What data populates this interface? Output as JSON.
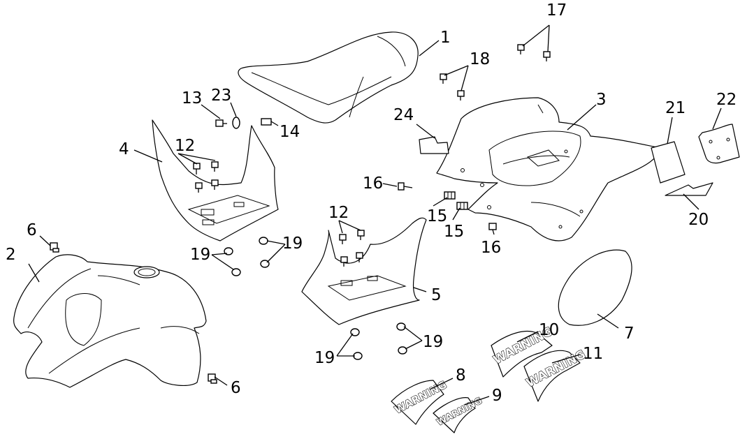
{
  "callouts": {
    "c1": "1",
    "c2": "2",
    "c3": "3",
    "c4": "4",
    "c5": "5",
    "c6a": "6",
    "c6b": "6",
    "c7": "7",
    "c8": "8",
    "c9": "9",
    "c10": "10",
    "c11": "11",
    "c12a": "12",
    "c12b": "12",
    "c13": "13",
    "c14": "14",
    "c15a": "15",
    "c15b": "15",
    "c16a": "16",
    "c16b": "16",
    "c17": "17",
    "c18": "18",
    "c19a": "19",
    "c19b": "19",
    "c19c": "19",
    "c19d": "19",
    "c20": "20",
    "c21": "21",
    "c22": "22",
    "c23": "23",
    "c24": "24"
  },
  "decals": {
    "warning_8": "WARNING",
    "warning_9": "WARNING",
    "warning_10": "WARNING",
    "warning_11": "WARNING"
  }
}
